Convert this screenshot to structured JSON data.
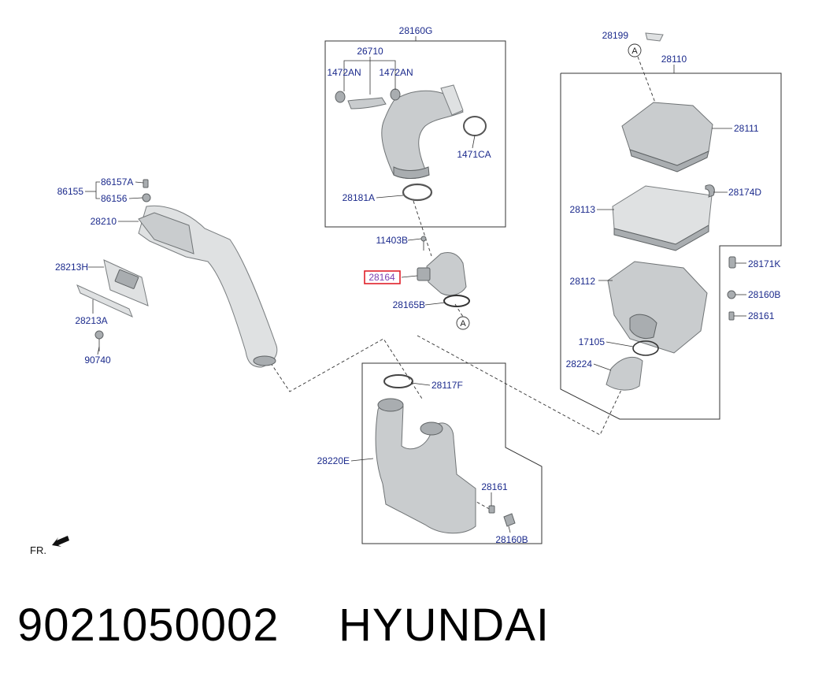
{
  "labels": {
    "p28160G": "28160G",
    "p26710": "26710",
    "p1472AN_l": "1472AN",
    "p1472AN_r": "1472AN",
    "p1471CA": "1471CA",
    "p28181A": "28181A",
    "p11403B": "11403B",
    "p28164": "28164",
    "p28165B": "28165B",
    "p28199": "28199",
    "p28110": "28110",
    "p28111": "28111",
    "p28174D": "28174D",
    "p28113": "28113",
    "p28171K": "28171K",
    "p28112": "28112",
    "p28160B_r": "28160B",
    "p28161_r": "28161",
    "p17105": "17105",
    "p28224": "28224",
    "p86157A": "86157A",
    "p86155": "86155",
    "p86156": "86156",
    "p28210": "28210",
    "p28213H": "28213H",
    "p28213A": "28213A",
    "p90740": "90740",
    "p28117F": "28117F",
    "p28220E": "28220E",
    "p28161_b": "28161",
    "p28160B_b": "28160B",
    "circleA_top": "A",
    "circleA_mid": "A",
    "fr": "FR."
  },
  "highlight_color": "#e0202a",
  "label_color": "#1b2a8c",
  "footer": {
    "part_number": "9021050002",
    "brand": "HYUNDAI"
  }
}
